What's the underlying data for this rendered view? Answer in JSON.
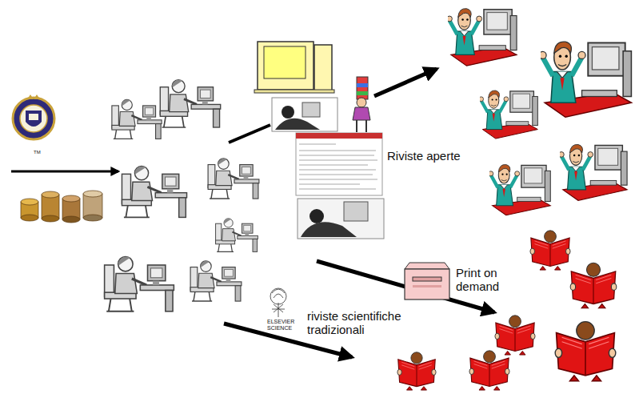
{
  "diagram": {
    "labels": [
      "Riviste aperte",
      "Print on demand",
      "riviste scientifiche tradizionali",
      "ELSEVIER SCIENCE",
      "TM"
    ]
  }
}
